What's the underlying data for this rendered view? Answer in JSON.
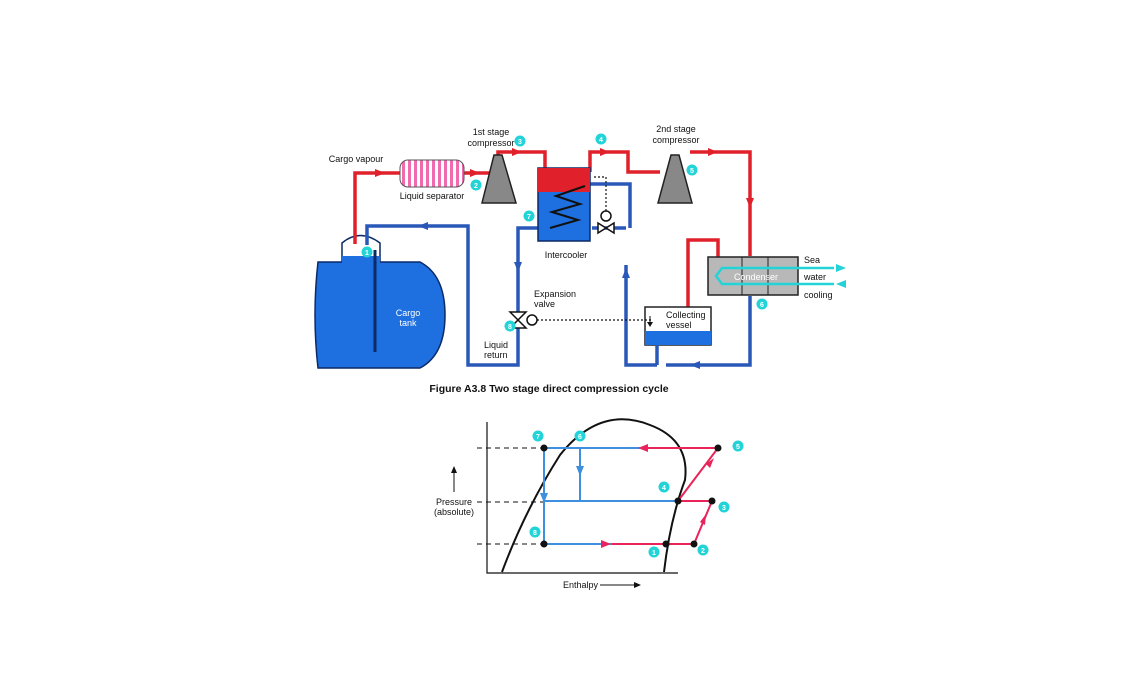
{
  "figure_caption": "Figure A3.8  Two stage direct compression cycle",
  "labels": {
    "cargo_vapour": "Cargo vapour",
    "liquid_separator": "Liquid separator",
    "first_stage_1": "1st stage",
    "first_stage_2": "compressor",
    "second_stage_1": "2nd stage",
    "second_stage_2": "compressor",
    "intercooler": "Intercooler",
    "expansion_1": "Expansion",
    "expansion_2": "valve",
    "liquid_return_1": "Liquid",
    "liquid_return_2": "return",
    "cargo_tank_1": "Cargo",
    "cargo_tank_2": "tank",
    "collecting_1": "Collecting",
    "collecting_2": "vessel",
    "condenser": "Condenser",
    "sea": "Sea",
    "water": "water",
    "cooling": "cooling"
  },
  "point_numbers": [
    "1",
    "2",
    "3",
    "4",
    "5",
    "6",
    "7",
    "8"
  ],
  "chart": {
    "ylabel_1": "Pressure",
    "ylabel_2": "(absolute)",
    "xlabel": "Enthalpy"
  },
  "colors": {
    "vapour_line": "#e0202a",
    "liquid_line": "#2a58b8",
    "tank_fill": "#1e6fe0",
    "marker": "#22d3d8",
    "cycle_red": "#e8245a",
    "cycle_blue": "#3e8fe0"
  }
}
